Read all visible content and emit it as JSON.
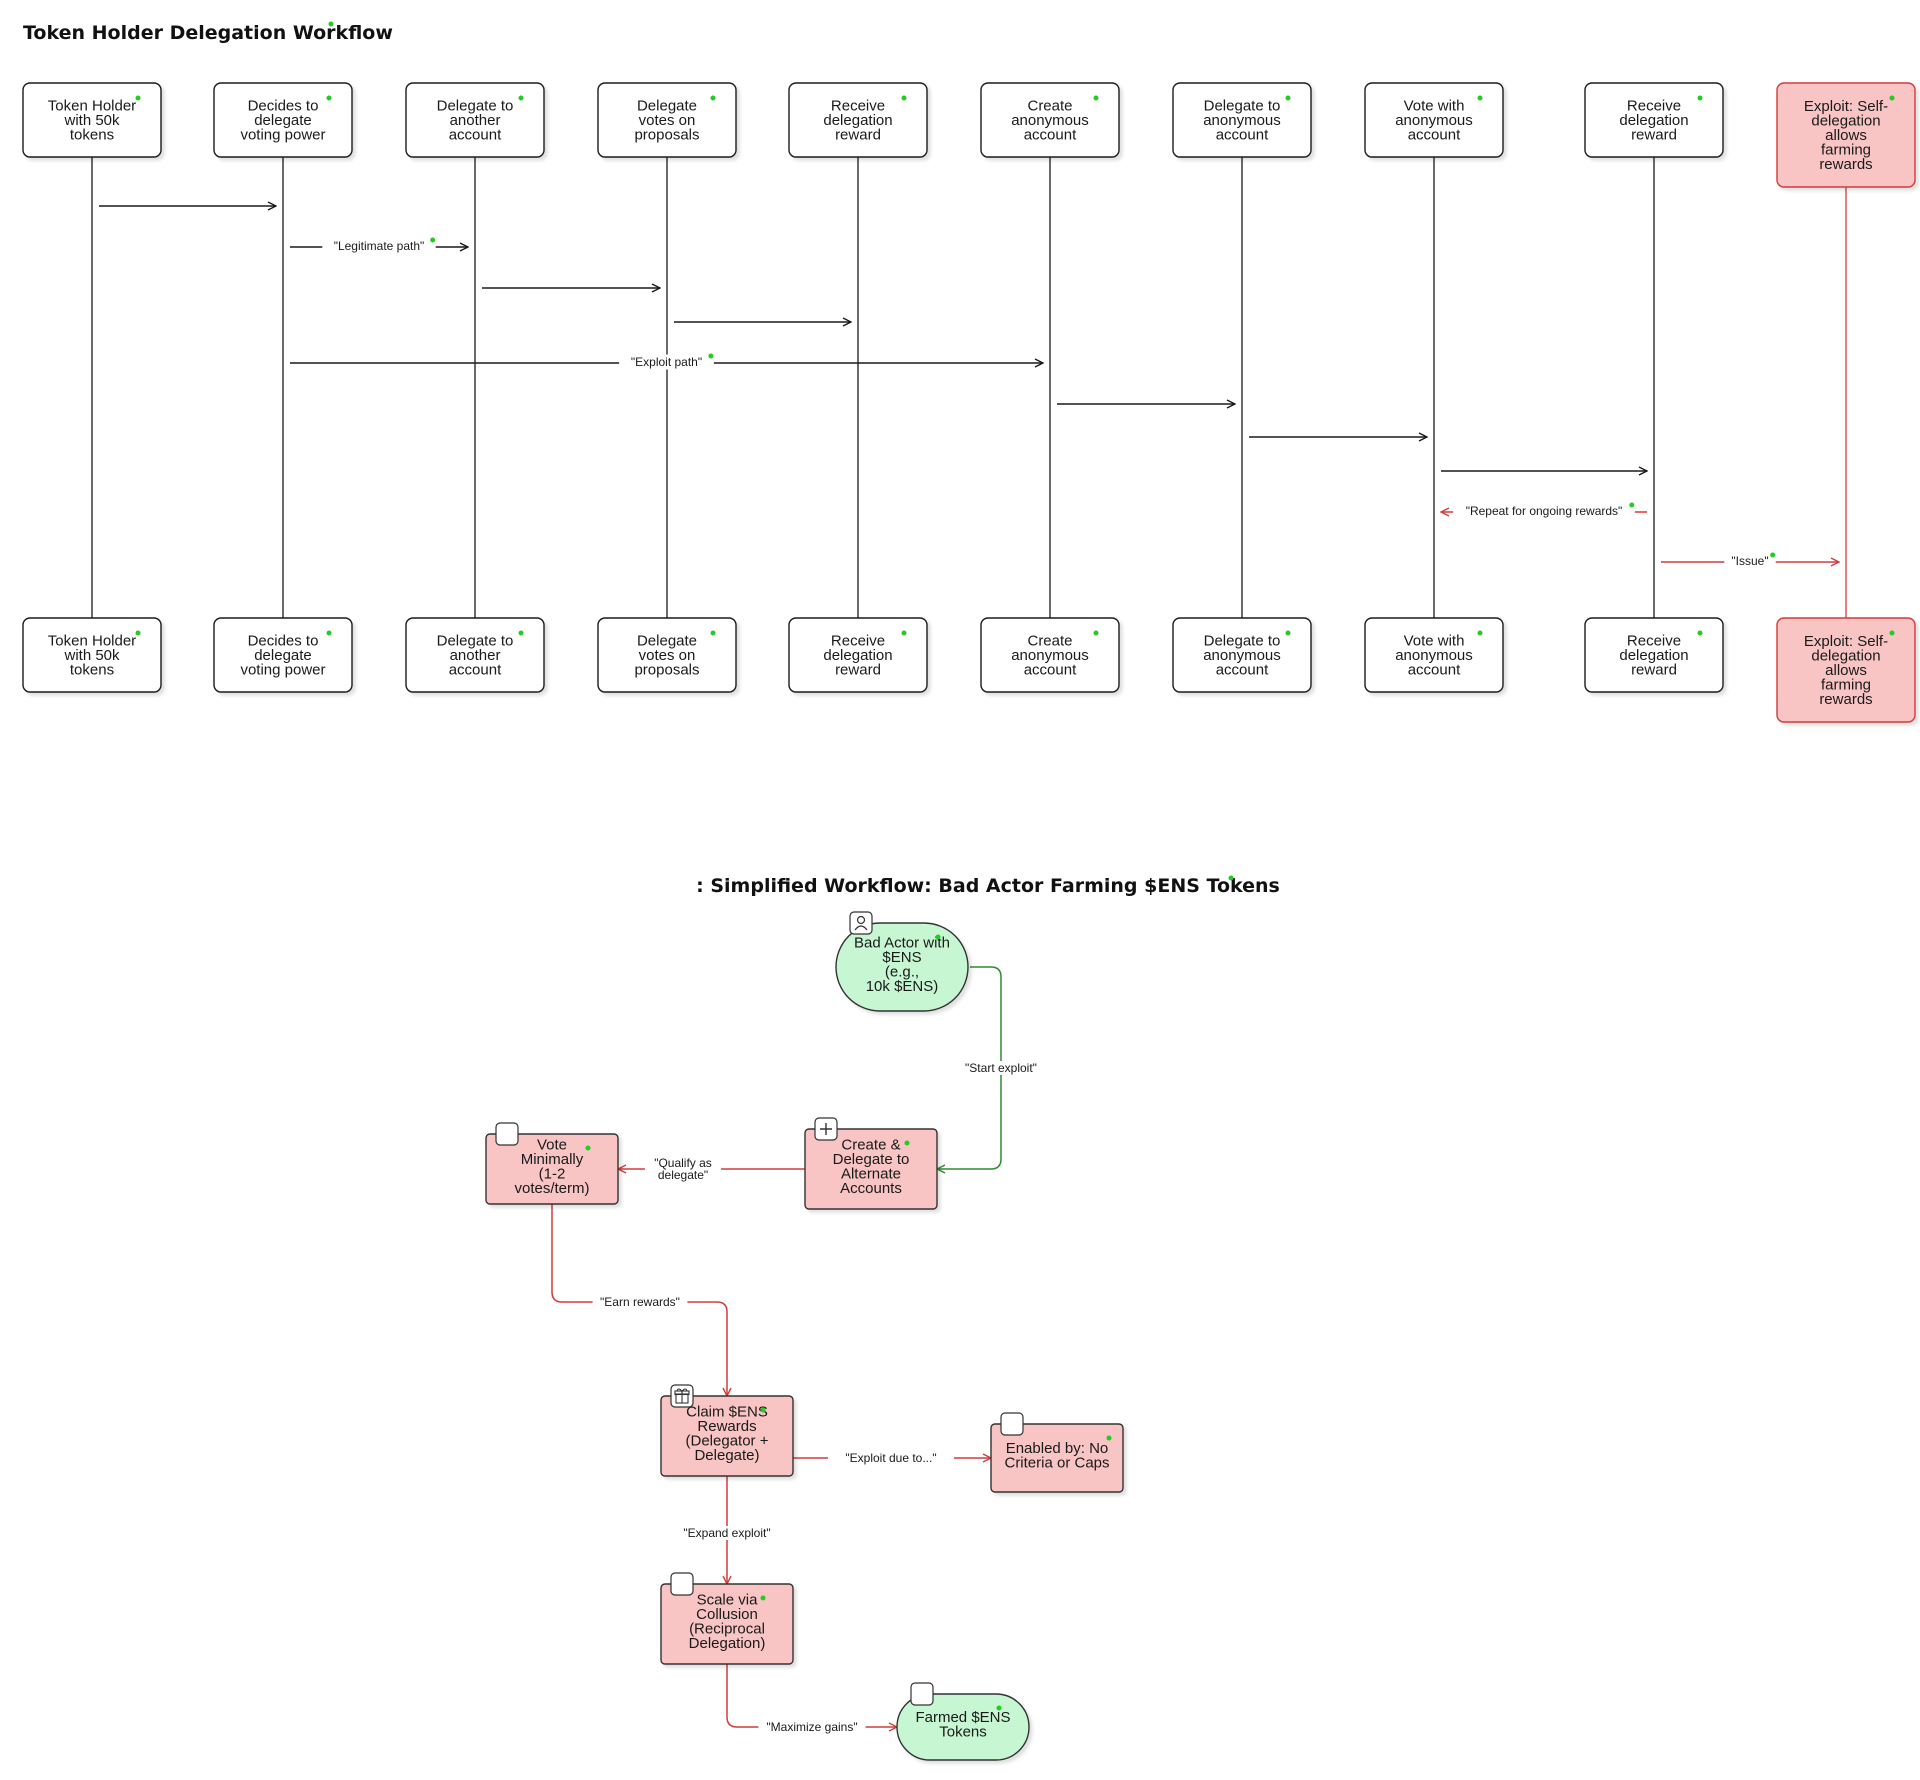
{
  "sequence": {
    "title": "Token Holder Delegation Workflow",
    "participants": [
      {
        "id": "p1",
        "lines": [
          "Token Holder",
          "with 50k",
          "tokens"
        ],
        "style": "normal"
      },
      {
        "id": "p2",
        "lines": [
          "Decides to",
          "delegate",
          "voting power"
        ],
        "style": "normal"
      },
      {
        "id": "p3",
        "lines": [
          "Delegate to",
          "another",
          "account"
        ],
        "style": "normal"
      },
      {
        "id": "p4",
        "lines": [
          "Delegate",
          "votes on",
          "proposals"
        ],
        "style": "normal"
      },
      {
        "id": "p5",
        "lines": [
          "Receive",
          "delegation",
          "reward"
        ],
        "style": "normal"
      },
      {
        "id": "p6",
        "lines": [
          "Create",
          "anonymous",
          "account"
        ],
        "style": "normal"
      },
      {
        "id": "p7",
        "lines": [
          "Delegate to",
          "anonymous",
          "account"
        ],
        "style": "normal"
      },
      {
        "id": "p8",
        "lines": [
          "Vote with",
          "anonymous",
          "account"
        ],
        "style": "normal"
      },
      {
        "id": "p9",
        "lines": [
          "Receive",
          "delegation",
          "reward"
        ],
        "style": "normal"
      },
      {
        "id": "p10",
        "lines": [
          "Exploit: Self-",
          "delegation",
          "allows",
          "farming",
          "rewards"
        ],
        "style": "exploit"
      }
    ],
    "messages": [
      {
        "from": "p1",
        "to": "p2",
        "label": "",
        "color": "black"
      },
      {
        "from": "p2",
        "to": "p3",
        "label": "\"Legitimate path\"",
        "color": "black"
      },
      {
        "from": "p3",
        "to": "p4",
        "label": "",
        "color": "black"
      },
      {
        "from": "p4",
        "to": "p5",
        "label": "",
        "color": "black"
      },
      {
        "from": "p2",
        "to": "p6",
        "label": "\"Exploit path\"",
        "color": "black"
      },
      {
        "from": "p6",
        "to": "p7",
        "label": "",
        "color": "black"
      },
      {
        "from": "p7",
        "to": "p8",
        "label": "",
        "color": "black"
      },
      {
        "from": "p8",
        "to": "p9",
        "label": "",
        "color": "black"
      },
      {
        "from": "p9",
        "to": "p8",
        "label": "\"Repeat for ongoing rewards\"",
        "color": "red"
      },
      {
        "from": "p9",
        "to": "p10",
        "label": "\"Issue\"",
        "color": "red"
      }
    ]
  },
  "flow": {
    "title": ": Simplified Workflow: Bad Actor Farming $ENS Tokens",
    "nodes": [
      {
        "id": "bad_actor",
        "lines": [
          "Bad Actor with",
          "$ENS",
          "(e.g.,",
          "10k $ENS)"
        ],
        "shape": "rounded",
        "fill": "green",
        "icon": "user-icon"
      },
      {
        "id": "create",
        "lines": [
          "Create &",
          "Delegate to",
          "Alternate",
          "Accounts"
        ],
        "shape": "rect",
        "fill": "red",
        "icon": "plus-icon"
      },
      {
        "id": "vote",
        "lines": [
          "Vote",
          "Minimally",
          "(1-2",
          "votes/term)"
        ],
        "shape": "rect",
        "fill": "red",
        "icon": "blank-icon"
      },
      {
        "id": "claim",
        "lines": [
          "Claim $ENS",
          "Rewards",
          "(Delegator +",
          "Delegate)"
        ],
        "shape": "rect",
        "fill": "red",
        "icon": "gift-icon"
      },
      {
        "id": "enabled",
        "lines": [
          "Enabled by: No",
          "Criteria or Caps"
        ],
        "shape": "rect",
        "fill": "red",
        "icon": "blank-icon"
      },
      {
        "id": "scale",
        "lines": [
          "Scale via",
          "Collusion",
          "(Reciprocal",
          "Delegation)"
        ],
        "shape": "rect",
        "fill": "red",
        "icon": "blank-icon"
      },
      {
        "id": "farmed",
        "lines": [
          "Farmed $ENS",
          "Tokens"
        ],
        "shape": "rounded",
        "fill": "green",
        "icon": "blank-icon"
      }
    ],
    "edges": [
      {
        "from": "bad_actor",
        "to": "create",
        "label": "\"Start exploit\"",
        "color": "green"
      },
      {
        "from": "create",
        "to": "vote",
        "label": "\"Qualify as\ndelegate\"",
        "color": "red"
      },
      {
        "from": "vote",
        "to": "claim",
        "label": "\"Earn rewards\"",
        "color": "red"
      },
      {
        "from": "claim",
        "to": "enabled",
        "label": "\"Exploit due to...\"",
        "color": "red"
      },
      {
        "from": "claim",
        "to": "scale",
        "label": "\"Expand exploit\"",
        "color": "red"
      },
      {
        "from": "scale",
        "to": "farmed",
        "label": "\"Maximize gains\"",
        "color": "red"
      }
    ]
  },
  "colors": {
    "stroke": "#1a1a1a",
    "red_stroke": "#d23b3b",
    "red_fill": "#f8c4c4",
    "green_stroke": "#2f8a2f",
    "green_fill": "#c6f6d2",
    "marker": "#22cc22"
  }
}
